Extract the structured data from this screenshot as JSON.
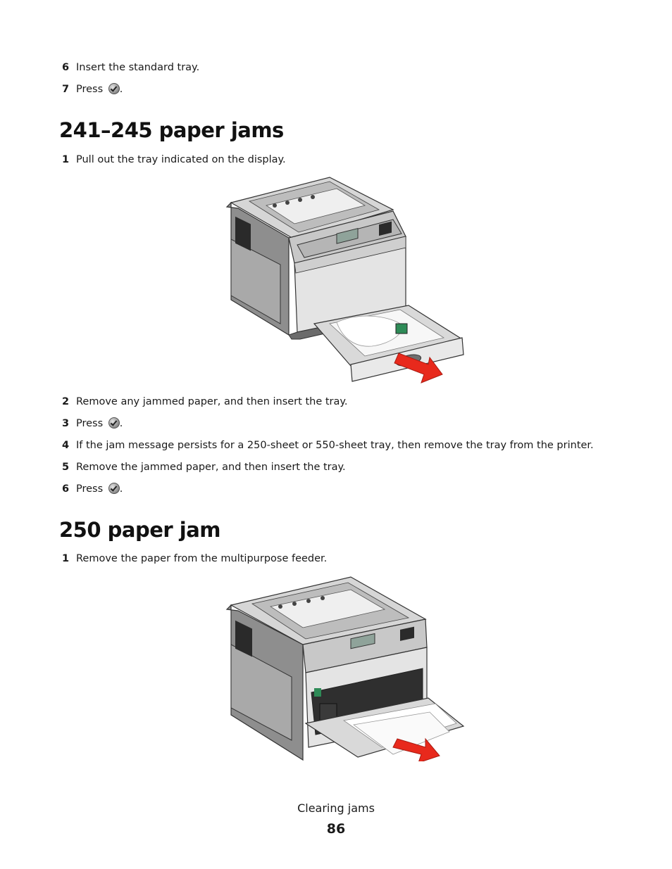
{
  "steps_top": [
    {
      "num": "6",
      "text": "Insert the standard tray."
    },
    {
      "num": "7",
      "text": "Press",
      "suffix": "."
    }
  ],
  "section1": {
    "title": "241–245 paper jams",
    "steps": [
      {
        "num": "1",
        "text": "Pull out the tray indicated on the display."
      },
      {
        "num": "2",
        "text": "Remove any jammed paper, and then insert the tray."
      },
      {
        "num": "3",
        "text": "Press",
        "suffix": "."
      },
      {
        "num": "4",
        "text": "If the jam message persists for a 250-sheet or 550-sheet tray, then remove the tray from the printer."
      },
      {
        "num": "5",
        "text": "Remove the jammed paper, and then insert the tray."
      },
      {
        "num": "6",
        "text": "Press",
        "suffix": "."
      }
    ]
  },
  "section2": {
    "title": "250 paper jam",
    "steps": [
      {
        "num": "1",
        "text": "Remove the paper from the multipurpose feeder."
      }
    ]
  },
  "footer": {
    "title": "Clearing jams",
    "page": "86"
  },
  "icons": {
    "ok_button": "checkmark-circle-icon"
  },
  "colors": {
    "arrow": "#e8291c",
    "text": "#1a1a1a"
  }
}
